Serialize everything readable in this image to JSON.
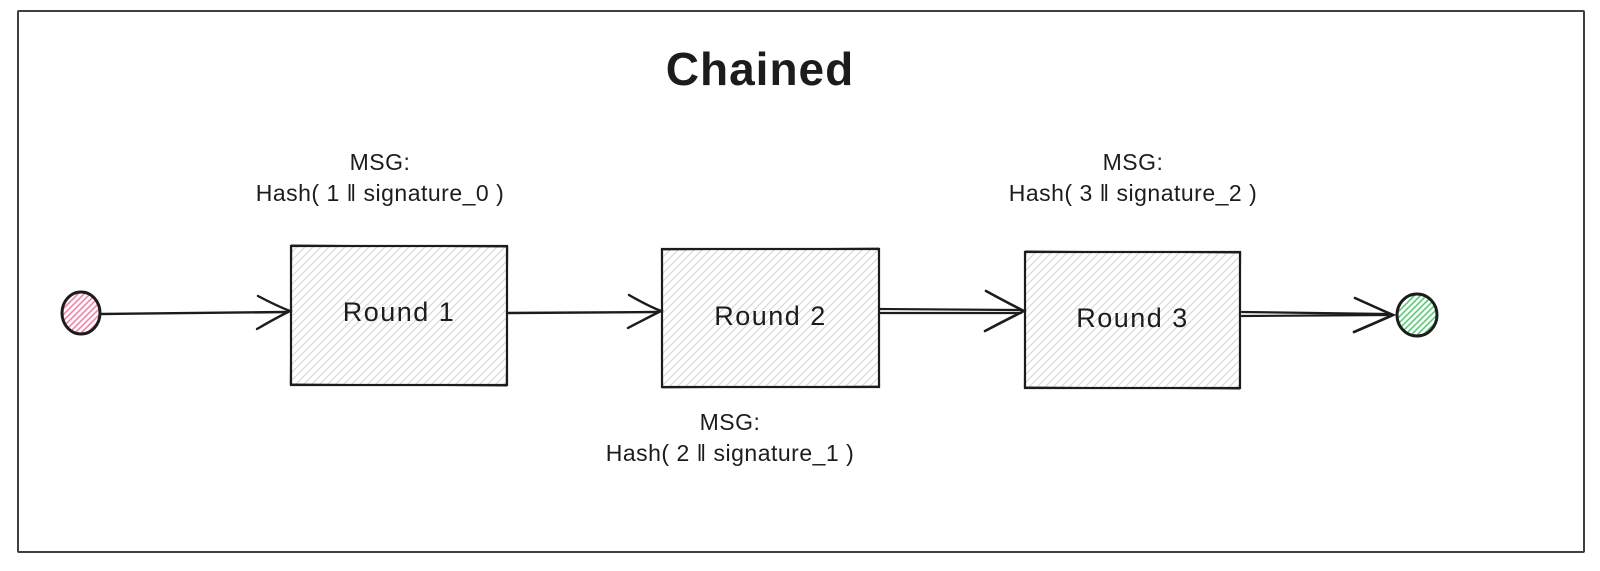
{
  "canvas": {
    "background": "#ffffff",
    "frame_color": "#3a4045"
  },
  "title": "Chained",
  "palette": {
    "ink": "#1c1c1c",
    "box_fill_hatch": "#d4d4d4",
    "start_node_hatch": "#ee85a6",
    "end_node_hatch": "#5fc878"
  },
  "nodes": {
    "start": {
      "shape": "circle",
      "style": "pink-hatched"
    },
    "rounds": [
      {
        "label": "Round 1"
      },
      {
        "label": "Round 2"
      },
      {
        "label": "Round 3"
      }
    ],
    "end": {
      "shape": "circle",
      "style": "green-hatched"
    }
  },
  "messages": [
    {
      "heading": "MSG:",
      "text": "Hash( 1 ‖ signature_0 )",
      "placement": "above-arrow-start-to-round1"
    },
    {
      "heading": "MSG:",
      "text": "Hash( 2 ‖ signature_1 )",
      "placement": "below-round2"
    },
    {
      "heading": "MSG:",
      "text": "Hash( 3 ‖ signature_2 )",
      "placement": "above-arrow-round2-to-round3"
    }
  ]
}
